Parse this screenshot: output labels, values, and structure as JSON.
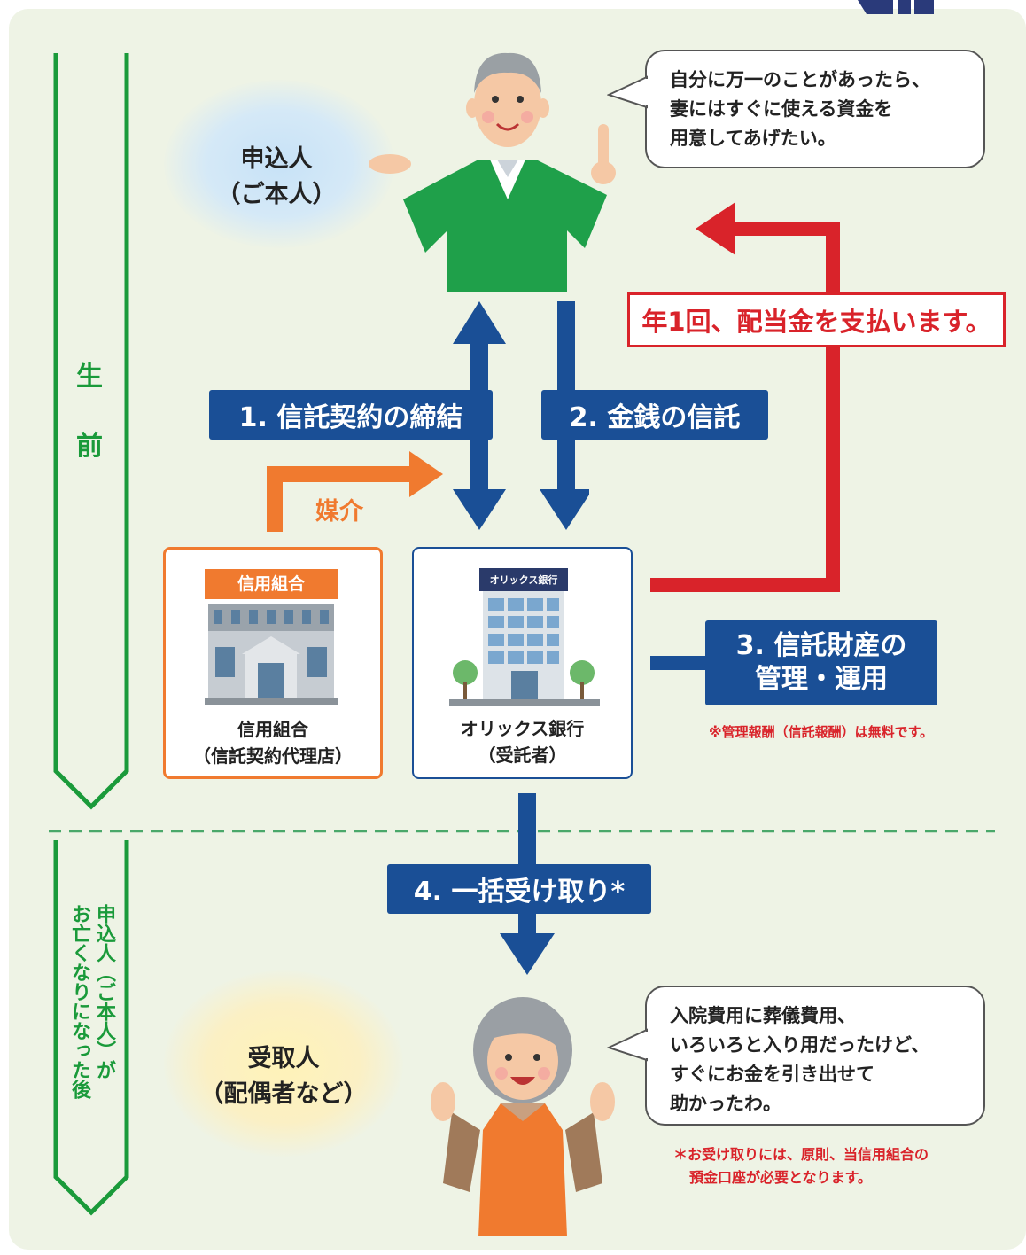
{
  "phases": {
    "before": [
      "生",
      "前"
    ],
    "after_col1": "申込人（ご本人）が",
    "after_col2": "お亡くなりになった後"
  },
  "applicant": {
    "line1": "申込人",
    "line2": "（ご本人）"
  },
  "applicant_speech": [
    "自分に万一のことがあったら、",
    "妻にはすぐに使える資金を",
    "用意してあげたい。"
  ],
  "recipient": {
    "line1": "受取人",
    "line2": "（配偶者など）"
  },
  "recipient_speech": [
    "入院費用に葬儀費用、",
    "いろいろと入り用だったけど、",
    "すぐにお金を引き出せて",
    "助かったわ。"
  ],
  "steps": {
    "step1": "1. 信託契約の締結",
    "step2": "2. 金銭の信託",
    "step3_line1": "3. 信託財産の",
    "step3_line2": "管理・運用",
    "step4": "4. 一括受け取り*"
  },
  "dividend": "年1回、配当金を支払います。",
  "mediation": "媒介",
  "credit_union": {
    "sign": "信用組合",
    "line1": "信用組合",
    "line2": "（信託契約代理店）"
  },
  "bank": {
    "sign": "オリックス銀行",
    "line1": "オリックス銀行",
    "line2": "（受託者）"
  },
  "notes": {
    "fee": "※管理報酬（信託報酬）は無料です。",
    "receipt_line1": "＊お受け取りには、原則、当信用組合の",
    "receipt_line2": "預金口座が必要となります。"
  },
  "colors": {
    "blue": "#1a4f96",
    "red": "#d9232a",
    "orange": "#f07a2f",
    "green": "#1a9a3a",
    "panel": "#eef3e5"
  }
}
